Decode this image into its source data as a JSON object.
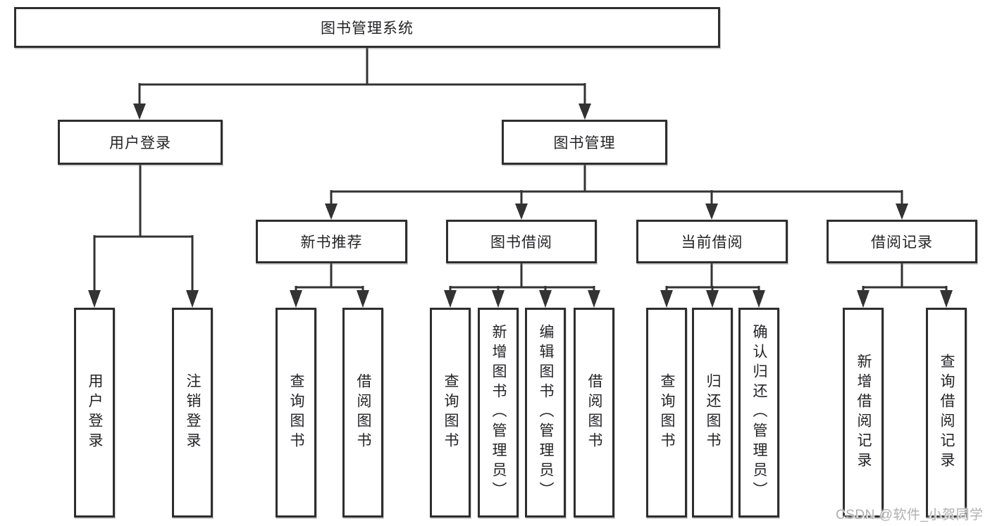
{
  "diagram": {
    "type": "hierarchy-tree",
    "root": {
      "label": "图书管理系统"
    },
    "level2": {
      "user_login": {
        "label": "用户登录"
      },
      "book_management": {
        "label": "图书管理"
      }
    },
    "level3": {
      "new_book_recommend": {
        "label": "新书推荐",
        "parent": "图书管理"
      },
      "book_borrow": {
        "label": "图书借阅",
        "parent": "图书管理"
      },
      "current_borrow": {
        "label": "当前借阅",
        "parent": "图书管理"
      },
      "borrow_record": {
        "label": "借阅记录",
        "parent": "图书管理"
      }
    },
    "leaves": [
      {
        "label": "用户登录",
        "parent": "用户登录"
      },
      {
        "label": "注销登录",
        "parent": "用户登录"
      },
      {
        "label": "查询图书",
        "parent": "新书推荐"
      },
      {
        "label": "借阅图书",
        "parent": "新书推荐"
      },
      {
        "label": "查询图书",
        "parent": "图书借阅"
      },
      {
        "label": "新增图书（管理员）",
        "parent": "图书借阅"
      },
      {
        "label": "编辑图书（管理员）",
        "parent": "图书借阅"
      },
      {
        "label": "借阅图书",
        "parent": "图书借阅"
      },
      {
        "label": "查询图书",
        "parent": "当前借阅"
      },
      {
        "label": "归还图书",
        "parent": "当前借阅"
      },
      {
        "label": "确认归还（管理员）",
        "parent": "当前借阅"
      },
      {
        "label": "新增借阅记录",
        "parent": "借阅记录"
      },
      {
        "label": "查询借阅记录",
        "parent": "借阅记录"
      }
    ],
    "watermark": "CSDN @软件_小贺同学",
    "colors": {
      "line": "#333333",
      "box_border": "#2e2e2e",
      "box_fill": "#ffffff",
      "text": "#242428",
      "watermark": "#b0b0b0"
    }
  }
}
